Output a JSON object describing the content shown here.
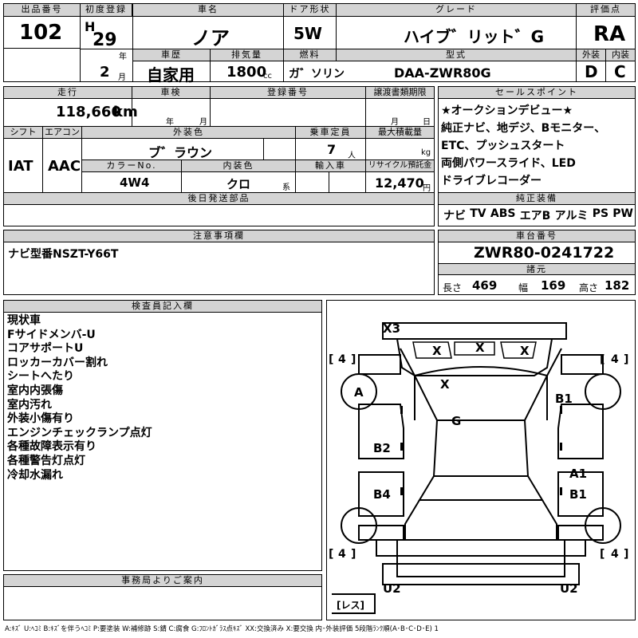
{
  "header": {
    "lot_label": "出品番号",
    "lot": "102",
    "reg_label": "初度登録",
    "era": "H",
    "year": "29",
    "year_unit": "年",
    "month": "2",
    "month_unit": "月",
    "name_label": "車名",
    "name": "ノア",
    "door_label": "ドア形状",
    "door": "5W",
    "grade_label": "グレード",
    "grade": "ハイブ゛リット゛G",
    "score_label": "評価点",
    "score": "RA",
    "history_label": "車歴",
    "history": "自家用",
    "disp_label": "排気量",
    "disp": "1800",
    "disp_unit": "cc",
    "fuel_label": "燃料",
    "fuel": "ガ゛ソリン",
    "model_label": "型式",
    "model": "DAA-ZWR80G",
    "ext_label": "外装",
    "ext": "D",
    "int_label": "内装",
    "int": "C"
  },
  "row2": {
    "mileage_label": "走行",
    "mileage": "118,660",
    "mileage_unit": "km",
    "inspect_label": "車検",
    "inspect_y": "年",
    "inspect_m": "月",
    "regno_label": "登録番号",
    "transfer_label": "譲渡書類期限",
    "transfer_m": "月",
    "transfer_d": "日",
    "shift_label": "シフト",
    "shift": "IAT",
    "ac_label": "エアコン",
    "ac": "AAC",
    "color_label": "外装色",
    "color": "ブ゛ラウン",
    "cap_label": "乗車定員",
    "cap": "7",
    "cap_unit": "人",
    "load_label": "最大積載量",
    "load_unit": "kg",
    "colorno_label": "カラーNo.",
    "colorno": "4W4",
    "interior_label": "内装色",
    "interior": "クロ",
    "interior_unit": "系",
    "import_label": "輸入車",
    "recycle_label": "リサイクル預託金",
    "recycle": "12,470",
    "recycle_unit": "円",
    "later_label": "後日発送部品"
  },
  "sales": {
    "label": "セールスポイント",
    "lines": [
      "★オークションデビュー★",
      "純正ナビ、地デジ、Bモニター、",
      "ETC、プッシュスタート",
      "両側パワースライド、LED",
      "ドライブレコーダー"
    ]
  },
  "equip": {
    "label": "純正装備",
    "items": [
      "ナビ",
      "TV",
      "ABS",
      "エアB",
      "アルミ",
      "PS",
      "PW"
    ]
  },
  "notes": {
    "label": "注意事項欄",
    "text": "ナビ型番NSZT-Y66T"
  },
  "chassis": {
    "label": "車台番号",
    "value": "ZWR80-0241722"
  },
  "dims": {
    "label": "諸元",
    "len_label": "長さ",
    "len": "469",
    "wid_label": "幅",
    "wid": "169",
    "hgt_label": "高さ",
    "hgt": "182"
  },
  "inspector": {
    "label": "検査員記入欄",
    "lines": [
      "現状車",
      "Fサイドメンバ-U",
      "コアサポートU",
      "ロッカーカバー割れ",
      "シートへたり",
      "室内内張傷",
      "室内汚れ",
      "外装小傷有り",
      "エンジンチェックランプ点灯",
      "各種故障表示有り",
      "各種警告灯点灯",
      "冷却水漏れ"
    ]
  },
  "office": {
    "label": "事務局よりご案内"
  },
  "diagram": {
    "tire_label": "4",
    "bracket_open": "[",
    "bracket_close": "]",
    "marks": {
      "x3": "X3",
      "x_left": "X",
      "x_mid": "X",
      "x_right": "X",
      "x_hood": "X",
      "a": "A",
      "b1_top": "B1",
      "g": "G",
      "b2": "B2",
      "a1": "A1",
      "b4": "B4",
      "b1_bottom": "B1",
      "u2_left": "U2",
      "u2_right": "U2"
    },
    "rear_label": "[レス]"
  },
  "legend": "A:ｷｽﾞ U:ﾍｺﾐ B:ｷｽﾞを伴うﾍｺﾐ P:要塗装 W:補修跡 S:錆 C:腐食 G:ﾌﾛﾝﾄｶﾞﾗｽ点ｷｽﾞ XX:交換済み X:要交換 内･外装評価 5段階ﾗﾝｸ順(A･B･C･D･E) 1"
}
